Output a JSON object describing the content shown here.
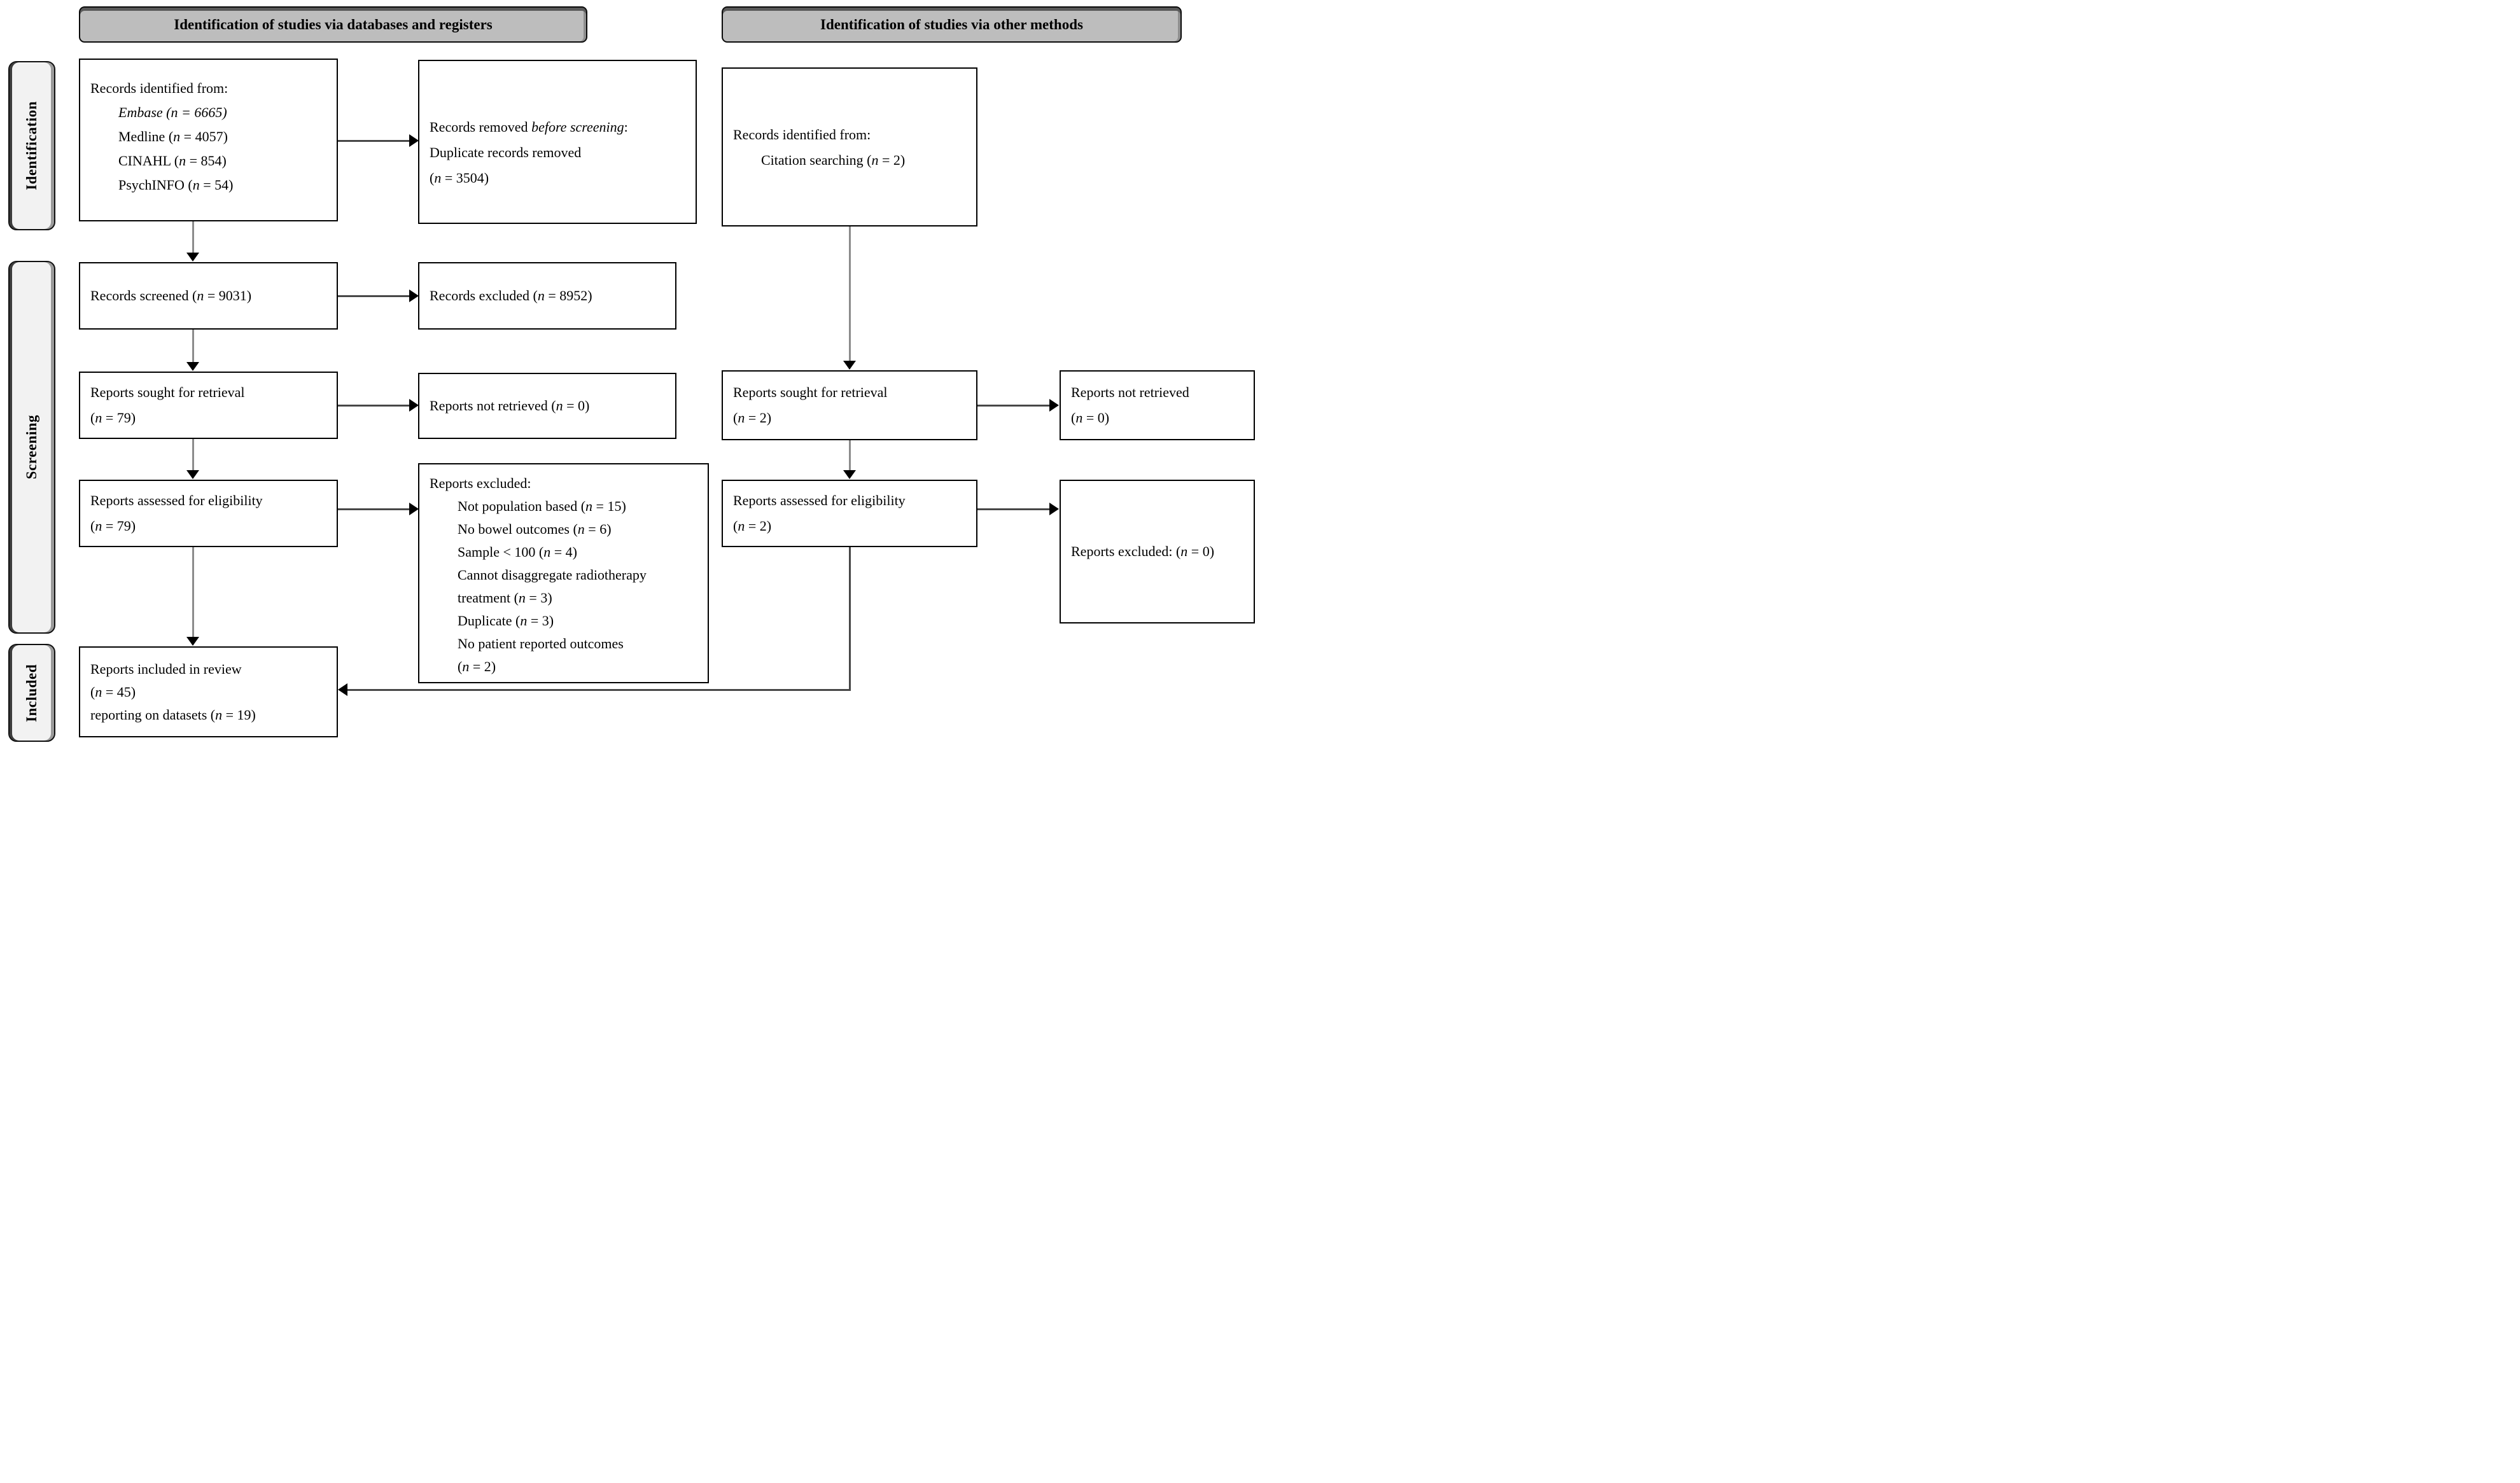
{
  "headers": {
    "databases": "Identification of studies via databases and registers",
    "other": "Identification of studies via other methods"
  },
  "stages": {
    "identification": "Identification",
    "screening": "Screening",
    "included": "Included"
  },
  "colors": {
    "header_fill": "#bdbdbd",
    "stage_fill": "#f2f2f2",
    "box_border": "#000000",
    "connector_dark": "#474747",
    "connector_gray": "#8c8c8c"
  },
  "boxes": {
    "identified_db": {
      "lines": [
        {
          "a": "Records identified from:"
        },
        {
          "b": "Embase (n = 6665)"
        },
        {
          "a": "Medline (",
          "b": "n",
          "c": " = 4057)"
        },
        {
          "a": "CINAHL (",
          "b": "n",
          "c": " = 854)"
        },
        {
          "a": "PsychINFO (",
          "b": "n",
          "c": " = 54)"
        }
      ]
    },
    "removed_before_screening": {
      "lines": [
        {
          "a": "Records removed ",
          "b": "before screening",
          "c": ":"
        },
        {
          "a": "Duplicate records removed"
        },
        {
          "a": "(",
          "b": "n",
          "c": " = 3504)"
        }
      ]
    },
    "identified_other": {
      "lines": [
        {
          "a": "Records identified from:"
        },
        {
          "a": "Citation searching (",
          "b": "n",
          "c": " = 2)"
        }
      ]
    },
    "screened": {
      "lines": [
        {
          "a": "Records screened (",
          "b": "n",
          "c": " = 9031)"
        }
      ]
    },
    "excluded_records": {
      "lines": [
        {
          "a": "Records excluded (",
          "b": "n",
          "c": " = 8952)"
        }
      ]
    },
    "sought_db": {
      "lines": [
        {
          "a": "Reports sought for retrieval"
        },
        {
          "a": "(",
          "b": "n",
          "c": " = 79)"
        }
      ]
    },
    "not_retrieved_db": {
      "lines": [
        {
          "a": "Reports not retrieved (",
          "b": "n",
          "c": " = 0)"
        }
      ]
    },
    "sought_other": {
      "lines": [
        {
          "a": "Reports sought for retrieval"
        },
        {
          "a": "(",
          "b": "n",
          "c": " = 2)"
        }
      ]
    },
    "not_retrieved_other": {
      "lines": [
        {
          "a": "Reports not retrieved"
        },
        {
          "a": "(",
          "b": "n",
          "c": " = 0)"
        }
      ]
    },
    "assessed_db": {
      "lines": [
        {
          "a": "Reports assessed for eligibility"
        },
        {
          "a": "(",
          "b": "n",
          "c": " = 79)"
        }
      ]
    },
    "excluded_reports": {
      "lines": [
        {
          "a": "Reports excluded:"
        },
        {
          "a": "Not population based (",
          "b": "n",
          "c": " = 15)"
        },
        {
          "a": "No bowel outcomes (",
          "b": "n",
          "c": " = 6)"
        },
        {
          "a": "Sample < 100 (",
          "b": "n",
          "c": " = 4)"
        },
        {
          "a": "Cannot disaggregate radiotherapy"
        },
        {
          "a": "treatment (",
          "b": "n",
          "c": " = 3)"
        },
        {
          "a": "Duplicate (",
          "b": "n",
          "c": " = 3)"
        },
        {
          "a": "No patient reported outcomes"
        },
        {
          "a": "(",
          "b": "n",
          "c": " = 2)"
        }
      ]
    },
    "assessed_other": {
      "lines": [
        {
          "a": "Reports assessed for eligibility"
        },
        {
          "a": "(",
          "b": "n",
          "c": " = 2)"
        }
      ]
    },
    "excluded_other": {
      "lines": [
        {
          "a": "Reports excluded: (",
          "b": "n",
          "c": " = 0)"
        }
      ]
    },
    "included_reports": {
      "lines": [
        {
          "a": "Reports included in review"
        },
        {
          "a": "(",
          "b": "n",
          "c": " = 45)"
        },
        {
          "a": "reporting on datasets (",
          "b": "n",
          "c": " = 19)"
        }
      ]
    }
  }
}
